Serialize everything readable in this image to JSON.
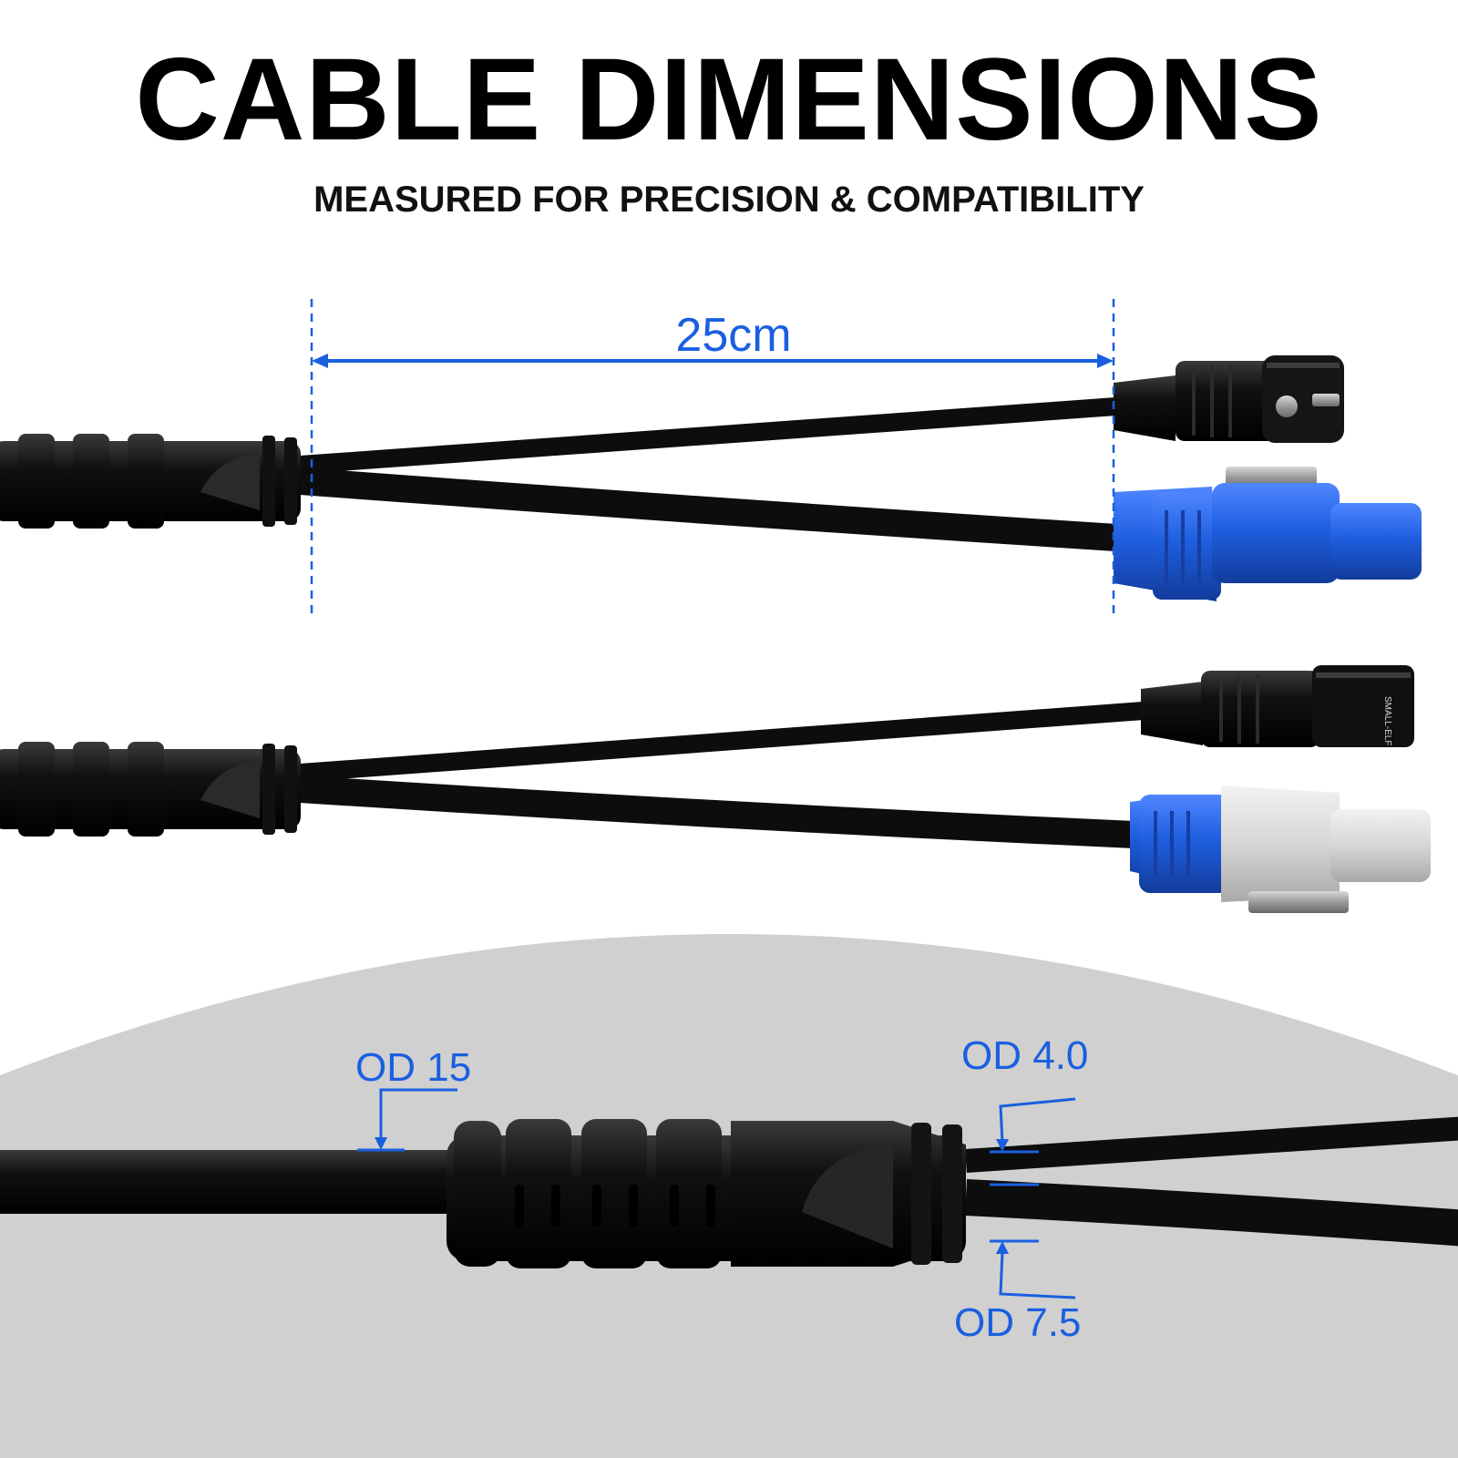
{
  "title": "CABLE DIMENSIONS",
  "subtitle": "MEASURED FOR PRECISION & COMPATIBILITY",
  "dimensions": {
    "length": "25cm",
    "od_main": "OD 15",
    "od_signal": "OD 4.0",
    "od_power": "OD 7.5"
  },
  "connector_print": "SMALL-ELF",
  "colors": {
    "accent": "#1a5fe0",
    "connector_blue": "#1f5fe0",
    "cable": "#0d0d0d",
    "panel_gray": "#cfcfcf"
  },
  "icons": [
    "xlr-female-icon",
    "powercon-blue-icon",
    "xlr-male-icon",
    "powercon-white-icon",
    "splitter-boot-icon"
  ]
}
